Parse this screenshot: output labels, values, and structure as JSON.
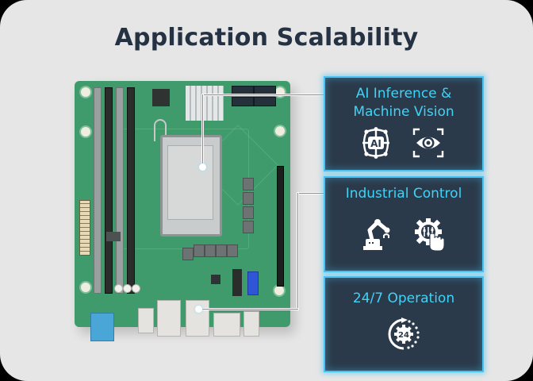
{
  "title": "Application Scalability",
  "colors": {
    "background": "#e6e6e6",
    "title": "#253244",
    "box_fill": "#2b3a4b",
    "box_border": "#47c3f3",
    "box_text": "#3fd3f7",
    "connector_line": "#2aa8e6",
    "board_green": "#3f9a6c"
  },
  "image": {
    "subject": "mini-ITX industrial motherboard",
    "semantic": "motherboard-image"
  },
  "features": [
    {
      "label_line1": "AI Inference &",
      "label_line2": "Machine Vision",
      "icons": [
        "ai-globe-icon",
        "machine-vision-eye-icon"
      ],
      "connector_target": "cpu-socket"
    },
    {
      "label_line1": "Industrial Control",
      "icons": [
        "robot-arm-icon",
        "gear-control-touch-icon"
      ],
      "connector_target": "io-ports"
    },
    {
      "label_line1": "24/7 Operation",
      "icons": [
        "24-7-cycle-gear-icon"
      ],
      "icon_text": "24"
    }
  ]
}
